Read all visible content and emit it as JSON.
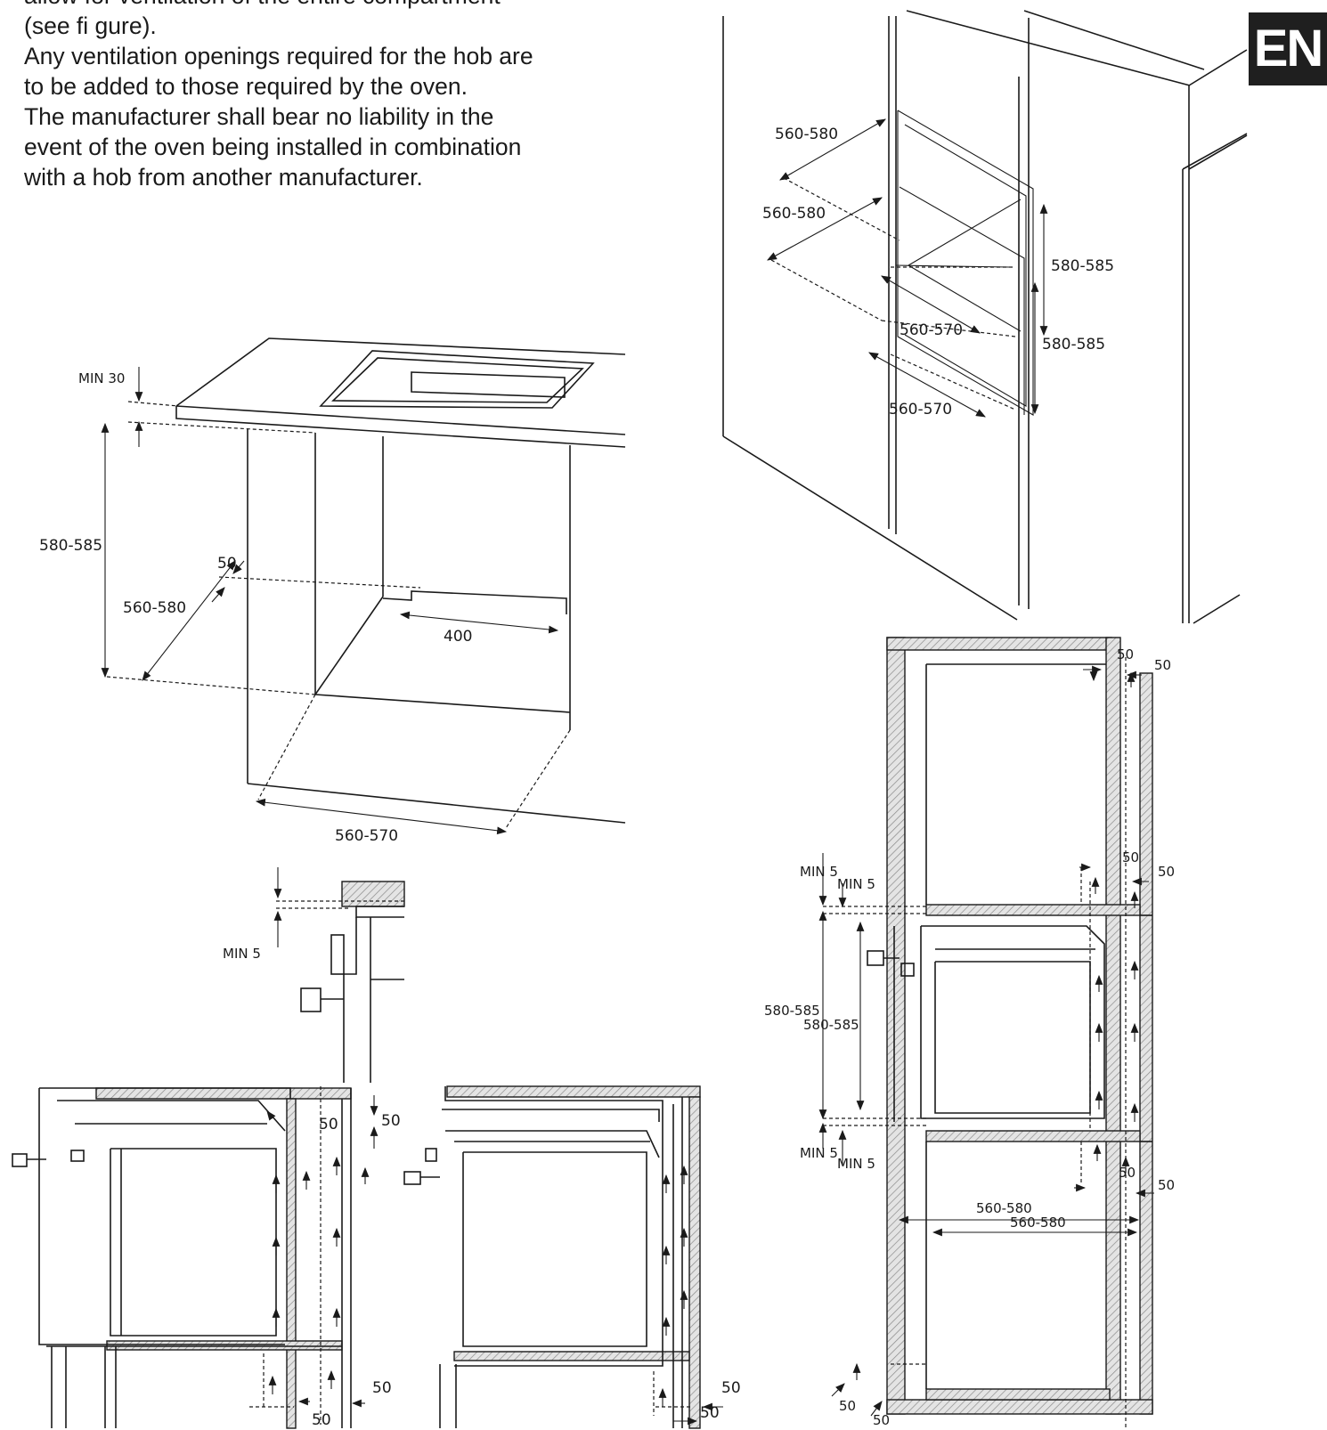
{
  "intro": {
    "lines": [
      "allow for ventilation of the entire compartment",
      "(see fi gure).",
      "Any ventilation openings required for the hob are",
      "to be added to those required by the oven.",
      "The manufacturer shall bear no liability in the",
      "event of the oven being installed in combination",
      "with a hob from another manufacturer."
    ]
  },
  "language_badge": "EN",
  "figure_column": {
    "dims": [
      "560-580",
      "560-580",
      "580-585",
      "580-585",
      "560-570",
      "560-570"
    ]
  },
  "figure_undercounter": {
    "dims": [
      "MIN 30",
      "580-585",
      "50",
      "560-580",
      "400",
      "560-570"
    ]
  },
  "figure_section_detail": {
    "dims": [
      "MIN 5"
    ]
  },
  "figure_side_left": {
    "dims": [
      "50",
      "50",
      "50",
      "50"
    ]
  },
  "figure_side_right": {
    "dims": [
      "50",
      "50"
    ]
  },
  "figure_tall_column": {
    "dims": [
      "50",
      "50",
      "50",
      "50",
      "MIN 5",
      "MIN 5",
      "580-585",
      "580-585",
      "MIN 5",
      "MIN 5",
      "50",
      "50",
      "560-580",
      "560-580",
      "50",
      "50"
    ]
  }
}
